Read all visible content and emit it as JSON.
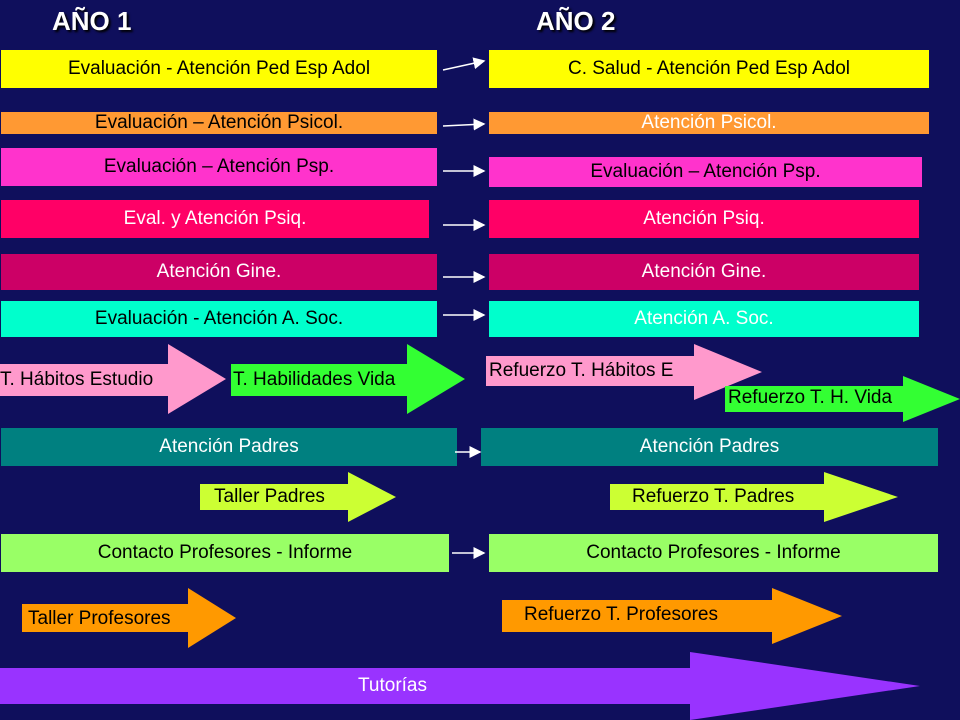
{
  "headers": {
    "year1": "AÑO 1",
    "year2": "AÑO 2"
  },
  "left": {
    "r1": "Evaluación - Atención Ped Esp Adol",
    "r2": "Evaluación – Atención Psicol.",
    "r3": "Evaluación – Atención Psp.",
    "r4": "Eval. y Atención Psiq.",
    "r5": "Atención Gine.",
    "r6": "Evaluación - Atención A. Soc.",
    "padres": "Atención Padres",
    "profesores": "Contacto Profesores - Informe"
  },
  "right": {
    "r1": "C. Salud - Atención Ped Esp Adol",
    "r2": "Atención Psicol.",
    "r3": "Evaluación – Atención Psp.",
    "r4": "Atención Psiq.",
    "r5": "Atención Gine.",
    "r6": "Atención A. Soc.",
    "padres": "Atención Padres",
    "profesores": "Contacto Profesores - Informe"
  },
  "arrows": {
    "habitos": "T. Hábitos Estudio",
    "habilidades": "T. Habilidades Vida",
    "ref_habitos": "Refuerzo T. Hábitos E",
    "ref_vida": "Refuerzo T. H. Vida",
    "taller_padres": "Taller Padres",
    "ref_padres": "Refuerzo T. Padres",
    "taller_prof": "Taller Profesores",
    "ref_prof": "Refuerzo T. Profesores",
    "tutorias": "Tutorías"
  },
  "colors": {
    "background": "#0f0f5c",
    "yellow": "#ffff00",
    "orange": "#ff9933",
    "pink": "#ff33cc",
    "red": "#ff0066",
    "magenta": "#cc0066",
    "aqua": "#00ffcc",
    "light_pink": "#ff99cc",
    "green": "#33ff33",
    "teal": "#008080",
    "yellow_green": "#ccff33",
    "light_green": "#99ff66",
    "bright_orange": "#ff9900",
    "purple": "#9933ff"
  }
}
